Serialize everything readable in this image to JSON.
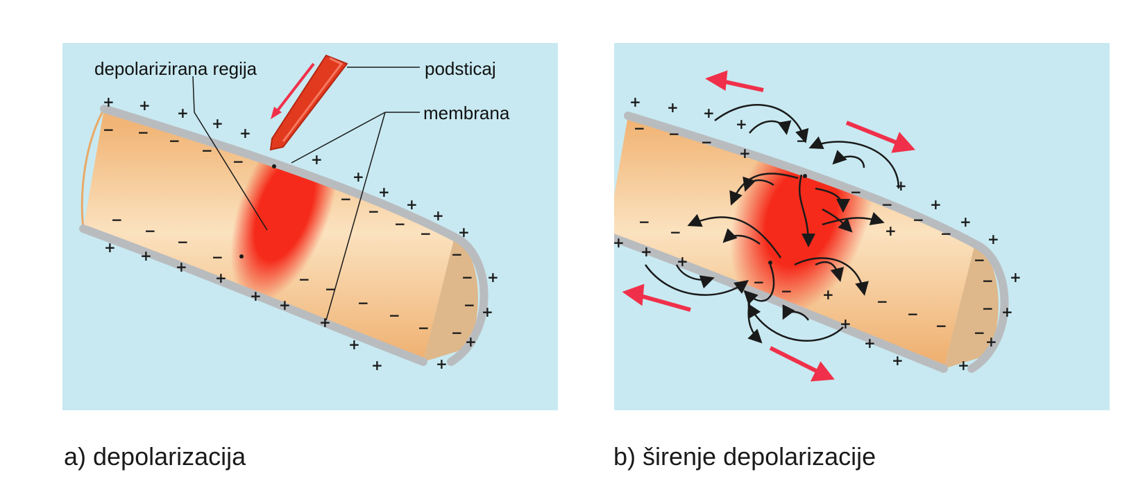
{
  "panel_a": {
    "labels": {
      "depolarized_region": "depolarizirana regija",
      "stimulus": "podsticaj",
      "membrane": "membrana"
    },
    "caption": "a) depolarizacija"
  },
  "panel_b": {
    "caption": "b) širenje depolarizacije"
  },
  "colors": {
    "background": "#c8e9f1",
    "axon_fill": "#f3c48f",
    "membrane": "#b9bcbf",
    "depolarized": "#f52a1a",
    "arrow": "#f0304a",
    "charge": "#1a1a1a"
  },
  "symbols": {
    "plus": "+",
    "minus": "−"
  }
}
